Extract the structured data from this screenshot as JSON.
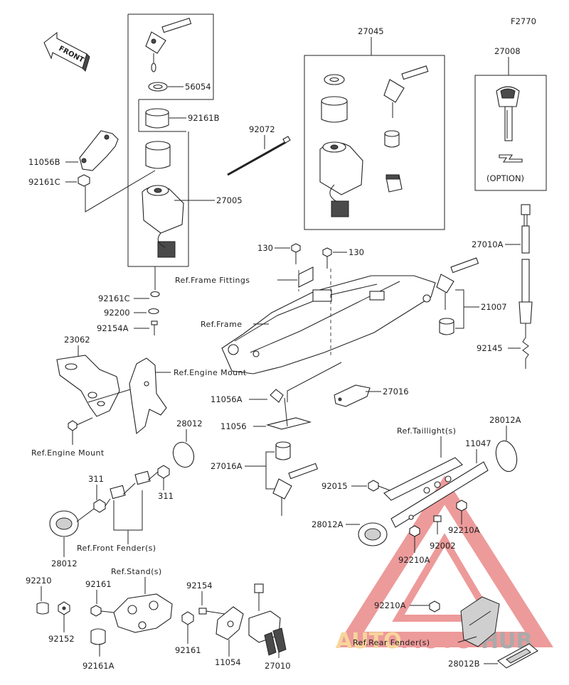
{
  "figure_code": "F2770",
  "front_arrow_text": "FRONT",
  "option_text": "(OPTION)",
  "watermark": {
    "part1": "AUTO",
    "part2": "MOTO",
    "part3": "HUB",
    "color1": "#f2b34a",
    "color2": "#e04848",
    "color3": "#555555"
  },
  "labels": {
    "l56054": "56054",
    "l92161B": "92161B",
    "l27005": "27005",
    "l11056B": "11056B",
    "l92161C_a": "92161C",
    "l92161C_b": "92161C",
    "l92200": "92200",
    "l92154A": "92154A",
    "l92072": "92072",
    "l27045": "27045",
    "l27008": "27008",
    "l27010A": "27010A",
    "l130_a": "130",
    "l130_b": "130",
    "l21007": "21007",
    "l92145": "92145",
    "l23062": "23062",
    "l11056A": "11056A",
    "l11056": "11056",
    "l27016": "27016",
    "l27016A": "27016A",
    "l28012_a": "28012",
    "l311_a": "311",
    "l311_b": "311",
    "l28012_b": "28012",
    "l92015": "92015",
    "l11047": "11047",
    "l28012A_a": "28012A",
    "l28012A_b": "28012A",
    "l92210A_a": "92210A",
    "l92002": "92002",
    "l92210A_b": "92210A",
    "l92210A_c": "92210A",
    "l92210": "92210",
    "l92161_a": "92161",
    "l92154": "92154",
    "l92152": "92152",
    "l92161_b": "92161",
    "l92161A": "92161A",
    "l11054": "11054",
    "l27010": "27010",
    "l28012B": "28012B"
  },
  "refs": {
    "frame_fittings": "Ref.Frame Fittings",
    "frame": "Ref.Frame",
    "engine_mount_a": "Ref.Engine Mount",
    "engine_mount_b": "Ref.Engine Mount",
    "taillights": "Ref.Taillight(s)",
    "front_fender": "Ref.Front Fender(s)",
    "stand": "Ref.Stand(s)",
    "rear_fender": "Ref.Rear Fender(s)"
  }
}
